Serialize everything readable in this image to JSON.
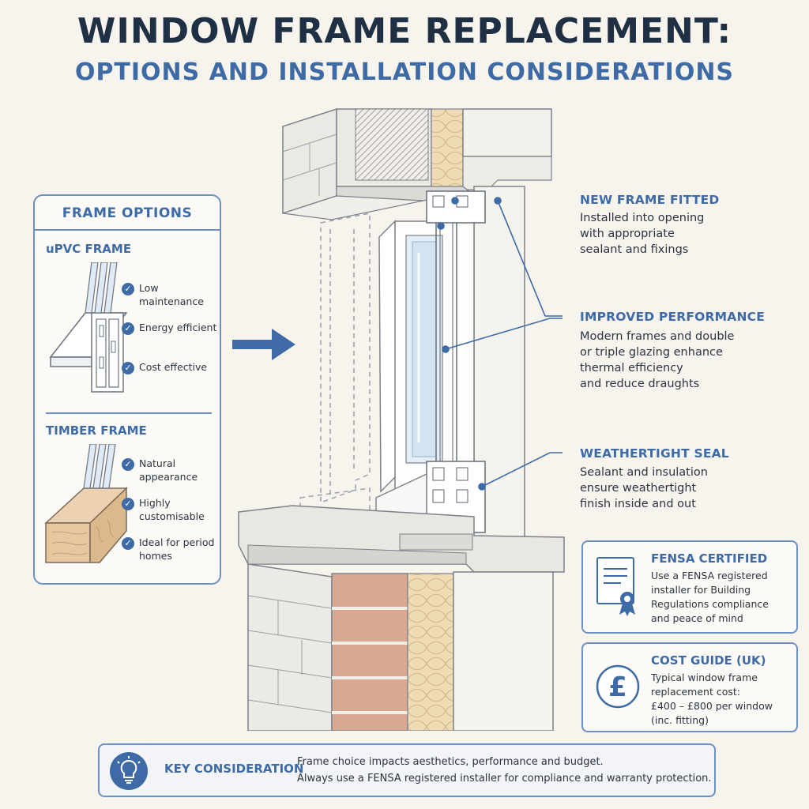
{
  "header": {
    "title": "WINDOW FRAME REPLACEMENT:",
    "subtitle": "OPTIONS AND INSTALLATION CONSIDERATIONS"
  },
  "frame_options": {
    "title": "FRAME OPTIONS",
    "upvc": {
      "title": "uPVC FRAME",
      "bullets": [
        "Low maintenance",
        "Energy efficient",
        "Cost effective"
      ]
    },
    "timber": {
      "title": "TIMBER FRAME",
      "bullets": [
        "Natural appearance",
        "Highly customisable",
        "Ideal for period homes"
      ]
    }
  },
  "callouts": [
    {
      "title": "NEW FRAME FITTED",
      "lines": [
        "Installed into opening",
        "with appropriate",
        "sealant and fixings"
      ]
    },
    {
      "title": "IMPROVED PERFORMANCE",
      "lines": [
        "Modern frames and double",
        "or triple glazing enhance",
        "thermal efficiency",
        "and reduce draughts"
      ]
    },
    {
      "title": "WEATHERTIGHT SEAL",
      "lines": [
        "Sealant and insulation",
        "ensure weathertight",
        "finish inside and out"
      ]
    }
  ],
  "fensa": {
    "title": "FENSA CERTIFIED",
    "lines": [
      "Use a FENSA registered",
      "installer for Building",
      "Regulations compliance",
      "and peace of mind"
    ],
    "icon": "certificate-icon"
  },
  "cost": {
    "title": "COST GUIDE (UK)",
    "lines": [
      "Typical window frame",
      "replacement cost:",
      "£400 – £800 per window",
      "(inc. fitting)"
    ],
    "symbol": "£",
    "icon": "pound-icon"
  },
  "key": {
    "title": "KEY CONSIDERATION",
    "lines": [
      "Frame choice impacts aesthetics, performance and budget.",
      "Always use a FENSA registered installer for compliance and warranty protection."
    ],
    "icon": "lightbulb-icon"
  },
  "colors": {
    "accent": "#3e6aa6",
    "navy": "#1f2f44",
    "border": "#6d90c2",
    "brick": "#d9a891",
    "insulation": "#efdcb4"
  }
}
